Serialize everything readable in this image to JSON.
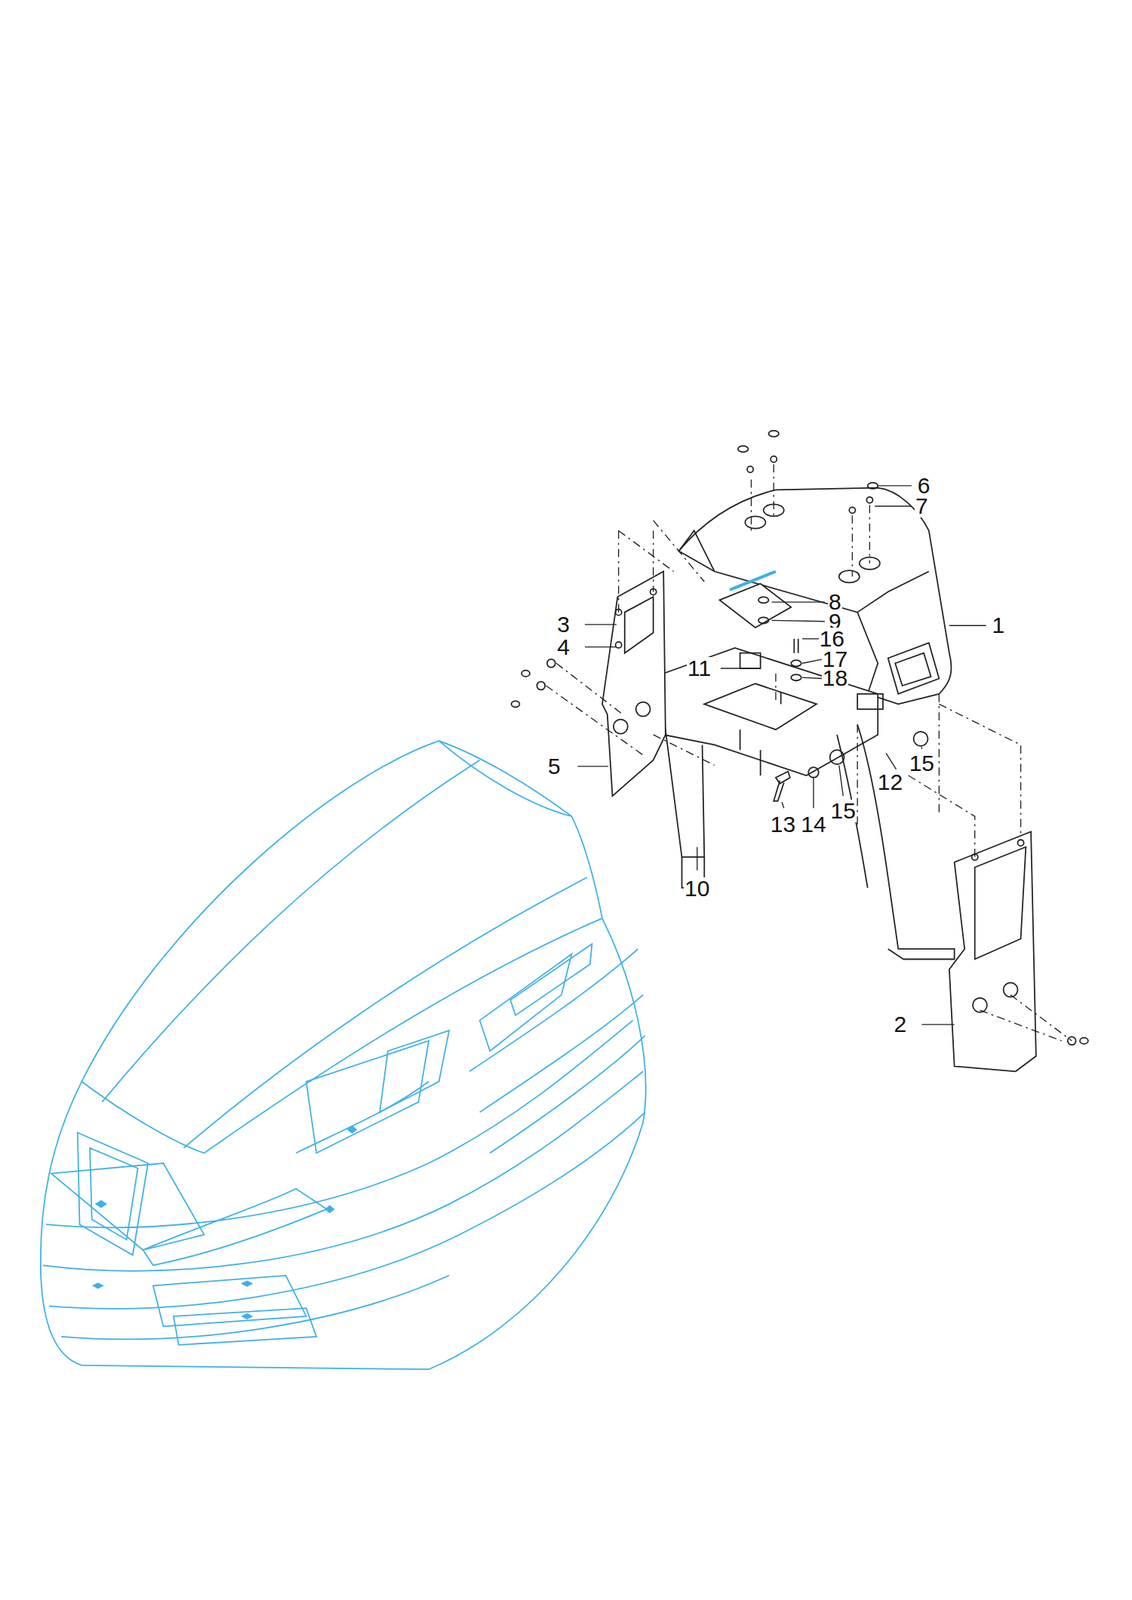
{
  "diagram": {
    "labels": [
      "6",
      "7",
      "8",
      "9",
      "3",
      "16",
      "1",
      "4",
      "11",
      "17",
      "18",
      "15",
      "5",
      "12",
      "15",
      "13",
      "14",
      "10",
      "2"
    ]
  }
}
